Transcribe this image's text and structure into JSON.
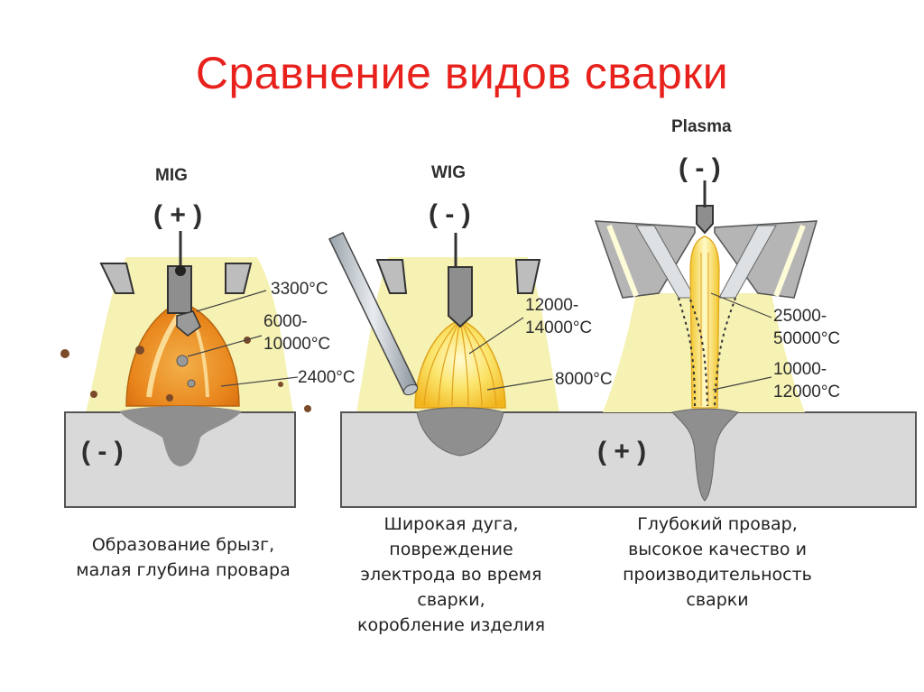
{
  "title": "Сравнение видов сварки",
  "mig": {
    "name": "MIG",
    "electrode_polarity": "( + )",
    "workpiece_polarity": "( - )",
    "temp_1": "3300°C",
    "temp_2a": "6000-",
    "temp_2b": "10000°C",
    "temp_3": "2400°C",
    "caption": [
      "Образование брызг,",
      "малая глубина  провара"
    ]
  },
  "wig": {
    "name": "WIG",
    "electrode_polarity": "( - )",
    "temp_1a": "12000-",
    "temp_1b": "14000°C",
    "temp_2": "8000°C",
    "caption": [
      "Широкая дуга,",
      "повреждение",
      "электрода во время",
      "сварки,",
      "коробление изделия"
    ]
  },
  "plasma": {
    "name": "Plasma",
    "electrode_polarity": "( - )",
    "workpiece_polarity": "( + )",
    "temp_1a": "25000-",
    "temp_1b": "50000°C",
    "temp_2a": "10000-",
    "temp_2b": "12000°C",
    "caption": [
      "Глубокий провар,",
      "высокое качество и",
      "производительность",
      "сварки"
    ]
  },
  "colors": {
    "title": "#e8211c",
    "shield_gas": "#f6f2b4",
    "workpiece": "#d9d9d9",
    "molten": "#8f8f8f",
    "mig_arc": "#e88a1e",
    "wig_arc": "#f7d02a",
    "plasma_jet": "#f5e24a"
  }
}
